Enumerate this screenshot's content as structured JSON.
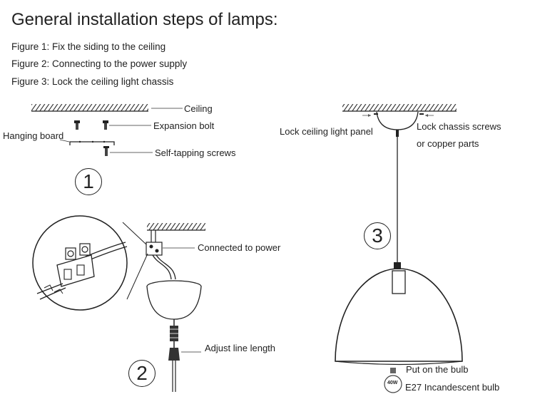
{
  "title": "General installation steps of lamps:",
  "steps": [
    "Figure 1: Fix the siding to the ceiling",
    "Figure 2: Connecting to the power supply",
    "Figure 3: Lock the ceiling light chassis"
  ],
  "fig1": {
    "number": "1",
    "ceiling": "Ceiling",
    "expansion_bolt": "Expansion bolt",
    "hanging_board": "Hanging board",
    "self_tapping": "Self-tapping screws"
  },
  "fig2": {
    "number": "2",
    "connected": "Connected to power",
    "adjust": "Adjust line length"
  },
  "fig3": {
    "number": "3",
    "lock_panel": "Lock ceiling light panel",
    "lock_screws": "Lock chassis screws",
    "copper": "or copper parts",
    "bulb_put": "Put on the bulb",
    "bulb_type": "E27 Incandescent bulb",
    "bulb_watt": "40W"
  }
}
